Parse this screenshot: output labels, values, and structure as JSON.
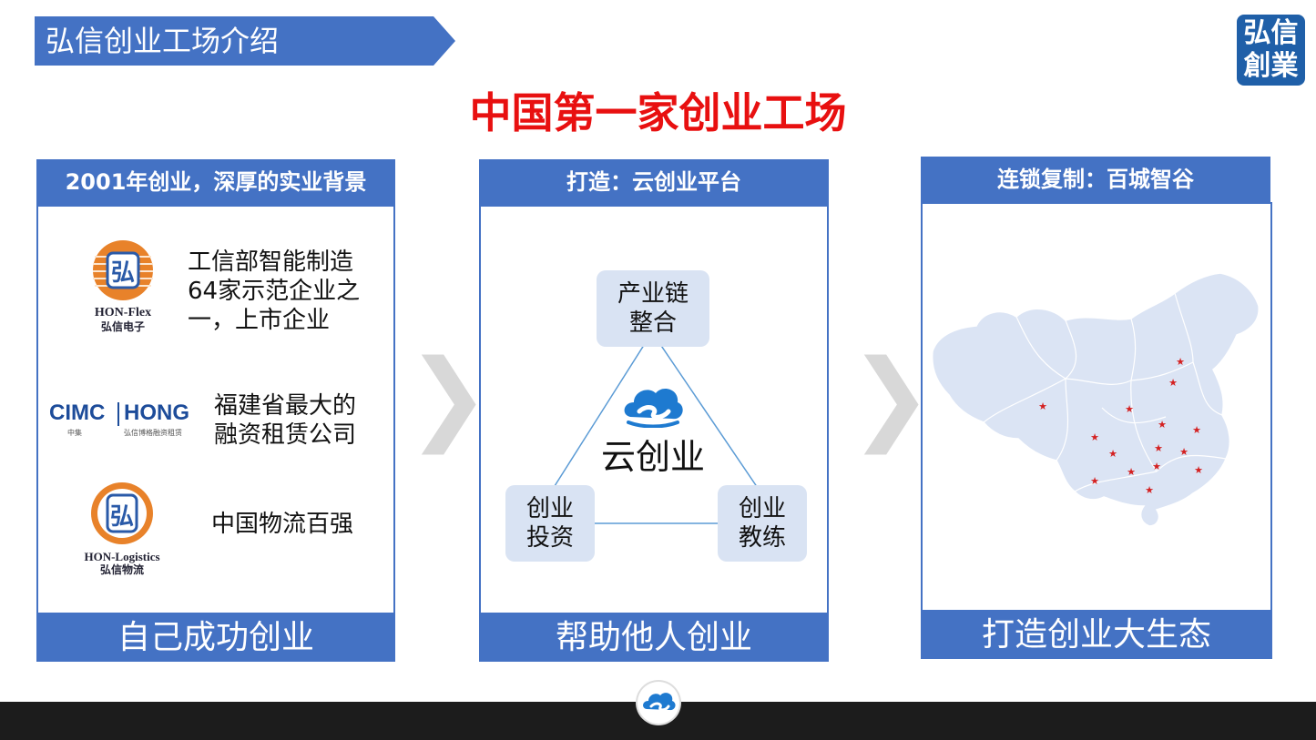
{
  "header": {
    "banner_title": "弘信创业工场介绍",
    "corner_logo_line1": "弘信",
    "corner_logo_line2": "創業"
  },
  "main_title": "中国第一家创业工场",
  "panels": [
    {
      "head": "2001年创业，深厚的实业背景",
      "foot": "自己成功创业",
      "items": [
        {
          "logo_text_1": "HON-Flex",
          "logo_text_2": "弘信电子",
          "text": "工信部智能制造\n64家示范企业之\n一，上市企业"
        },
        {
          "logo_text_1": "CIMC",
          "logo_text_2": "HONG",
          "logo_sub_1": "中集",
          "logo_sub_2": "弘信博格融资租赁",
          "text": "福建省最大的\n融资租赁公司"
        },
        {
          "logo_text_1": "HON-Logistics",
          "logo_text_2": "弘信物流",
          "text": "中国物流百强"
        }
      ]
    },
    {
      "head": "打造：云创业平台",
      "foot": "帮助他人创业",
      "center_label": "云创业",
      "nodes": [
        "产业链\n整合",
        "创业\n投资",
        "创业\n教练"
      ]
    },
    {
      "head": "连锁复制：百城智谷",
      "foot": "打造创业大生态"
    }
  ],
  "colors": {
    "accent": "#4472c4",
    "title_red": "#e81010",
    "node_fill": "#d9e3f3",
    "map_fill": "#dbe4f4",
    "marker": "#d42020"
  },
  "icons": [
    "chevron-right-icon",
    "cloud-logo-icon",
    "china-map-icon",
    "star-marker-icon"
  ]
}
